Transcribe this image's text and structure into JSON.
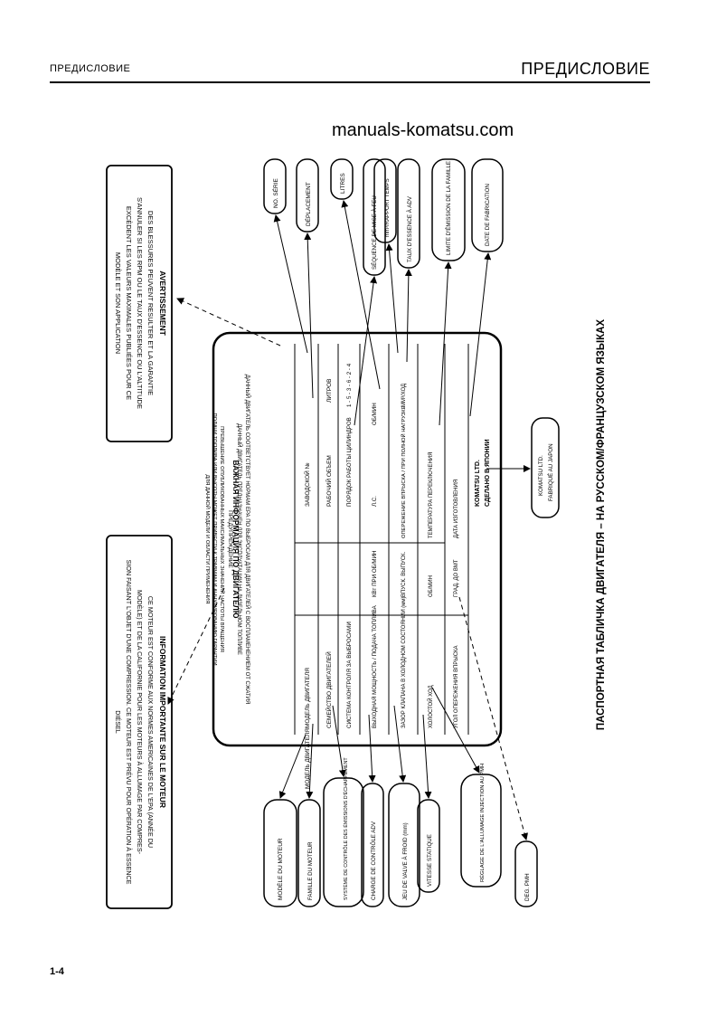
{
  "header": {
    "left_title": "ПРЕДИСЛОВИЕ",
    "right_title": "ПРЕДИСЛОВИЕ"
  },
  "watermark": "manuals-komatsu.com",
  "page_number": "1-4",
  "caption": "ПАСПОРТНАЯ ТАБЛИЧКА ДВИГАТЕЛЯ – НА РУССКОМ/ФРАНЦУЗСКОМ ЯЗЫКАХ",
  "warning_box": {
    "title": "AVERTISSEMENT",
    "lines": [
      "DES BLESSURES PEUVENT RESULTER ET LA GARANTIE",
      "S'ANNULER SI LES RPM OU LE TAUX D'ESSENCE OU L'ALTITUDE",
      "EXCÈDENT LES VALEURS MAXIMALES PUBLIÉES POUR CE",
      "MODÈLE ET SON APPLICATION"
    ]
  },
  "info_box": {
    "title": "INFORMATION IMPORTANTE SUR LE MOTEUR",
    "lines": [
      "CE MOTEUR EST CONFORME AUX NORMES AMERICAINES DE L'EPA (ANNÉE DU",
      "MODÈLE) ET DE LA CALIFORNIE POUR LES MOTEURS À ALLUMAGE PAR COMPRES-",
      "SION FAISANT L'OBJET D'UNE COMPRESSION. CE MOTEUR EST PRÉVU POUR OPÉRATION À ESSENCE",
      "DIÉSEL"
    ]
  },
  "plate": {
    "title": "ВАЖНАЯ ИНФОРМАЦИЯ ПО ДВИГАТЕЛЮ",
    "intro_lines": [
      "ДАННЫЙ ДВИГАТЕЛЬ СООТВЕТСТВУЕТ НОРМАМ ЕРА ПО ВЫБРОСАМ ДЛЯ ДВИГАТЕЛЕЙ С ВОСПЛАМЕНЕНИЕМ ОТ СЖАТИЯ",
      "ДАННЫЙ ДВИГАТЕЛЬ ПРЕДНАЗНАЧЕН ДЛЯ ЭКСПЛУАТАЦИИ НА ДИЗЕЛЬНОМ ТОПЛИВЕ"
    ],
    "warning_title": "ПРЕДУПРЕЖДЕНИЕ",
    "warning_lines": [
      "ПРЕВЫШЕНИЕ ОПУБЛИКОВАННЫХ МАКСИМАЛЬНЫХ ЗНАЧЕНИЙ ЧАСТОТЫ ВРАЩЕНИЯ",
      "ПОДАЧИ ТОПЛИВА ИЛИ ВЫСОТЫ МОЖЕТ ПРИВЕСТИ К ТРАВМАМ И АННУЛИРОВАНИЮ ГАРАНТИИ",
      "ДЛЯ ДАННОЙ МОДЕЛИ И ОБЛАСТИ ПРИМЕНЕНИЯ"
    ],
    "rows": [
      {
        "left": "МОДЕЛЬ ДВИГАТЕЛЯ",
        "right_label": "ЗАВОДСКОЙ №",
        "right_value": ""
      },
      {
        "left": "СЕМЕЙСТВО ДВИГАТЕЛЕЙ",
        "right_label": "РАБОЧИЙ ОБЪЕМ",
        "right_value": "ЛИТРОВ"
      },
      {
        "left": "СИСТЕМА КОНТРОЛЯ ЗА ВЫБРОСАМИ",
        "right_label": "ПОРЯДОК РАБОТЫ ЦИЛИНДРОВ",
        "right_value": "1 - 5 - 3 - 6 - 2 - 4"
      },
      {
        "left": "ВЫХОДНАЯ МОЩНОСТЬ / ПОДАЧА ТОПЛИВА",
        "mid": "КВт   ПРИ ОБ/МИН",
        "right_label": "Л.С.",
        "right_value": "ОБ/МИН"
      },
      {
        "left": "ЗАЗОР КЛАПАНА В ХОЛОДНОМ СОСТОЯНИИ (мм)",
        "mid": "ВПУСК.  ВЫПУСК.",
        "right_label": "ОПЕРЕЖЕНИЕ ВПРЫСКА / ПРИ ПОЛНОЙ НАГРУЗКЕ",
        "right_value": "ММ³/ХОД"
      },
      {
        "left": "ХОЛОСТОЙ ХОД",
        "mid": "ОБ/МИН",
        "right_label": "ТЕМПЕРАТУРА ПЕРЕКЛЮЧЕНИЯ",
        "right_value": ""
      },
      {
        "left": "УГОЛ ОПЕРЕЖЕНИЯ ВПРЫСКА",
        "mid": "ГРАД. ДО ВМТ",
        "right_label": "ДАТА ИЗГОТОВЛЕНИЯ",
        "right_value": ""
      }
    ],
    "maker_lines": [
      "KOMATSU LTD.",
      "СДЕЛАНО В ЯПОНИИ"
    ]
  },
  "callouts_top": [
    "NO. SÉRIE",
    "DÉPLACEMENT",
    "LITRES",
    "SÉQUENCE DE MISE À FEU",
    "mm³/RAPPORT TEMPS",
    "TAUX D'ESSENCE À ADV",
    "LIMITE D'ÉMISSION DE LA FAMILLE",
    "DATE DE FABRICATION"
  ],
  "callouts_bottom": [
    "MODÈLE DU MOTEUR",
    "FAMILLE DU MOTEUR",
    "SYSTÈME DE CONTRÔLE DES ÉMISSIONS D'ÉCHAPPEMENT",
    "CHARGE DE CONTRÔLE ADV",
    "JEU DE VALVE À FROID (mm)",
    "VITESSE STATIQUE",
    "RÉGLAGE DE L'ALLUMAGE INJECTION AU PMH",
    "DEG. PMH"
  ],
  "maker_callout": [
    "KOMATSU LTD.",
    "FABRIQUÉ AU JAPON"
  ]
}
